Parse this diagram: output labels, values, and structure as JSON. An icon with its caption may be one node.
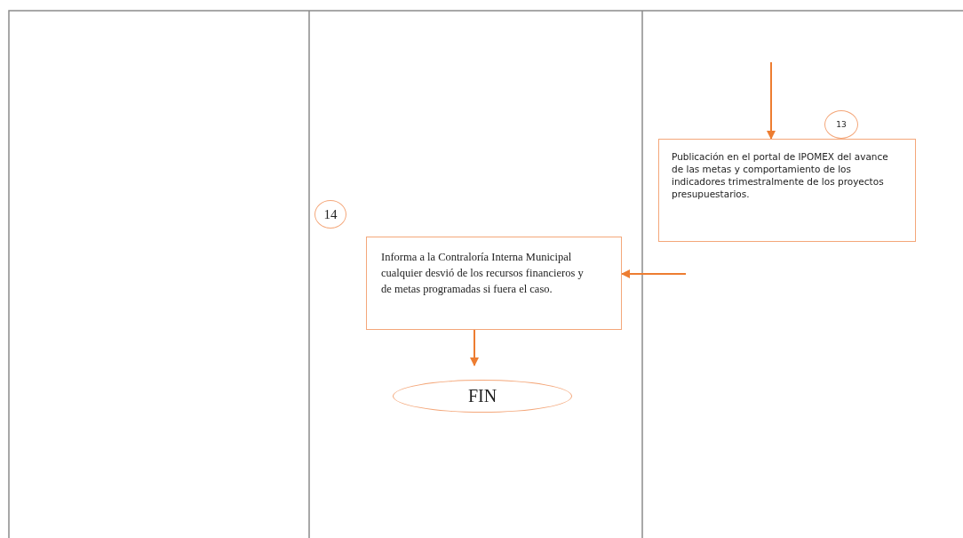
{
  "diagram": {
    "nodes": [
      {
        "text": [
          "13"
        ]
      },
      {
        "text": [
          "Publicación en el portal de IPOMEX del avance de las metas y comportamiento de los indicadores trimestralmente de los proyectos presupuestarios."
        ]
      },
      {
        "text": [
          "14"
        ]
      },
      {
        "text": [
          "Informa a la Contraloría Interna Municipal cualquier desvió de los recursos financieros y de metas programadas si fuera el caso."
        ]
      },
      {
        "text": [
          "FIN"
        ]
      }
    ],
    "edges": [
      {
        "from": null,
        "to": 1,
        "arrow": "to"
      },
      {
        "from": null,
        "to": 3,
        "arrow": "to"
      },
      {
        "from": 3,
        "to": 4,
        "arrow": "to"
      }
    ]
  }
}
